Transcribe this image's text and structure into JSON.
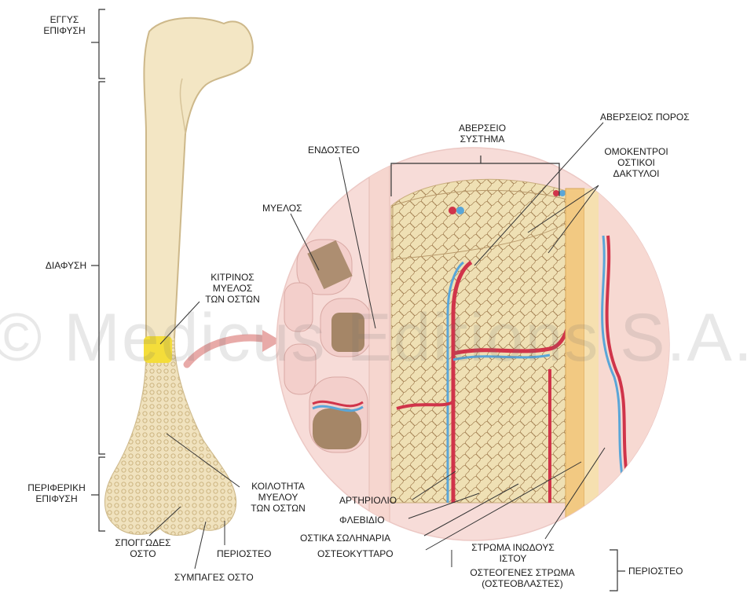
{
  "watermark": "© Medicus Editions S.A.",
  "labels": {
    "proximal_epiphysis": "ΕΓΓΥΣ\nΕΠΙΦΥΣΗ",
    "diaphysis": "ΔΙΑΦΥΣΗ",
    "distal_epiphysis": "ΠΕΡΙΦΕΡΙΚΗ\nΕΠΙΦΥΣΗ",
    "yellow_marrow": "ΚΙΤΡΙΝΟΣ\nΜΥΕΛΟΣ\nΤΩΝ ΟΣΤΩΝ",
    "marrow_cavity": "ΚΟΙΛΟΤΗΤΑ\nΜΥΕΛΟΥ\nΤΩΝ ΟΣΤΩΝ",
    "spongy_bone": "ΣΠΟΓΓΩΔΕΣ\nΟΣΤΟ",
    "compact_bone": "ΣΥΜΠΑΓΕΣ ΟΣΤΟ",
    "periosteum_left": "ΠΕΡΙΟΣΤΕΟ",
    "marrow": "ΜΥΕΛΟΣ",
    "endosteum": "ΕΝΔΟΣΤΕΟ",
    "haversian_system": "ΑΒΕΡΣΕΙΟ\nΣΥΣΤΗΜΑ",
    "haversian_canal": "ΑΒΕΡΣΕΙΟΣ ΠΟΡΟΣ",
    "lamellae": "ΟΜΟΚΕΝΤΡΟΙ\nΟΣΤΙΚΟΙ\nΔΑΚΤΥΛΟΙ",
    "arteriole": "ΑΡΤΗΡΙΟΛΙΟ",
    "venule": "ΦΛΕΒΙΔΙΟ",
    "canaliculi": "ΟΣΤΙΚΑ ΣΩΛΗΝΑΡΙΑ",
    "osteocyte": "ΟΣΤΕΟΚΥΤΤΑΡΟ",
    "fibrous_layer": "ΣΤΡΩΜΑ ΙΝΩΔΟΥΣ\nΙΣΤΟΥ",
    "osteogenic_layer": "ΟΣΤΕΟΓΕΝΕΣ ΣΤΡΩΜΑ\n(ΟΣΤΕΟΒΛΑΣΤΕΣ)",
    "periosteum_right": "ΠΕΡΙΟΣΤΕΟ"
  },
  "colors": {
    "bone": "#f3e6c4",
    "bone_outline": "#cdb88a",
    "yellow_marrow": "#f4dd3a",
    "circle_bg": "#f7dcd8",
    "artery": "#d0344a",
    "vein": "#5aa6d8",
    "marrow_brown": "#a58667",
    "arrow": "#e8aaa8"
  }
}
